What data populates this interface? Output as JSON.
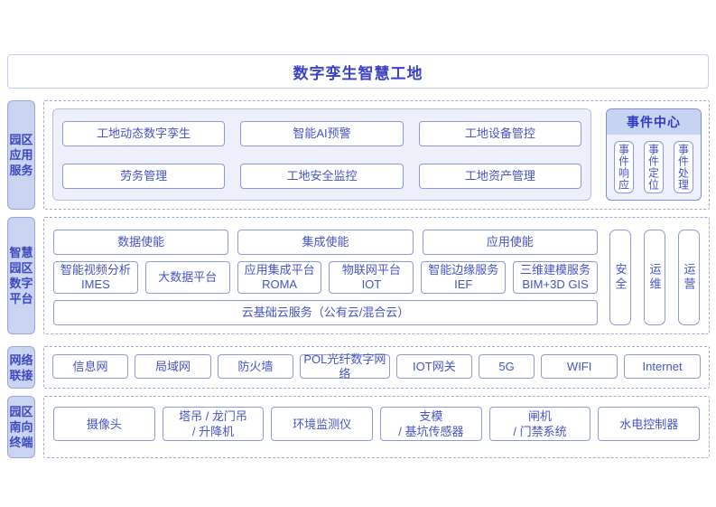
{
  "title": "数字孪生智慧工地",
  "colors": {
    "accent_text": "#3a41c6",
    "box_border": "#8b99d8",
    "label_bg": "#cad4f1",
    "panel_bg": "#edf0fa",
    "event_header_bg": "#c6d4f2",
    "dashed_border": "#a4abc8"
  },
  "app_layer": {
    "label": "园区\n应用\n服务",
    "boxes": [
      "工地动态数字孪生",
      "智能AI预警",
      "工地设备管控",
      "劳务管理",
      "工地安全监控",
      "工地资产管理"
    ],
    "event_center": {
      "title": "事件中心",
      "items": [
        "事件响应",
        "事件定位",
        "事件处理"
      ]
    }
  },
  "platform_layer": {
    "label": "智慧\n园区\n数字\n平台",
    "enable_boxes": [
      "数据使能",
      "集成使能",
      "应用使能"
    ],
    "service_boxes": [
      "智能视频分析\nIMES",
      "大数据平台",
      "应用集成平台\nROMA",
      "物联网平台\nIOT",
      "智能边缘服务\nIEF",
      "三维建模服务\nBIM+3D GIS"
    ],
    "cloud_box": "云基础云服务（公有云/混合云）",
    "side_items": [
      "安全",
      "运维",
      "运营"
    ]
  },
  "network_layer": {
    "label": "网络\n联接",
    "boxes": [
      "信息网",
      "局域网",
      "防火墙",
      "POL光纤数字网络",
      "IOT网关",
      "5G",
      "WIFI",
      "Internet"
    ]
  },
  "terminal_layer": {
    "label": "园区\n南向\n终端",
    "boxes": [
      "摄像头",
      "塔吊 / 龙门吊\n/ 升降机",
      "环境监测仪",
      "支模\n/ 基坑传感器",
      "闸机\n/ 门禁系统",
      "水电控制器"
    ]
  }
}
